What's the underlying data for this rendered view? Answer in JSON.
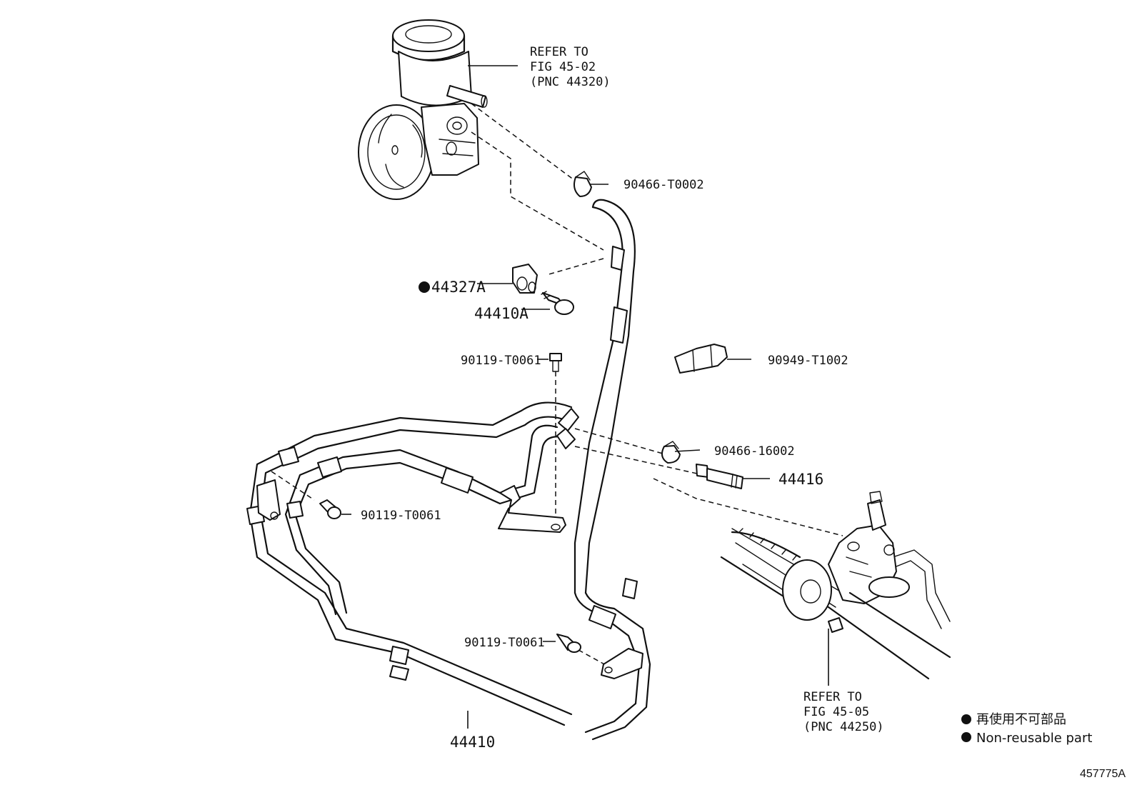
{
  "refs": {
    "pump": {
      "line1": "REFER TO",
      "line2": "FIG 45-02",
      "line3": "(PNC 44320)"
    },
    "gear": {
      "line1": "REFER TO",
      "line2": "FIG 45-05",
      "line3": "(PNC 44250)"
    }
  },
  "parts": {
    "p90466_t0002": "90466-T0002",
    "p44327a": "44327A",
    "p44410a": "44410A",
    "p90119_t0061_top": "90119-T0061",
    "p90949_t1002": "90949-T1002",
    "p90466_16002": "90466-16002",
    "p44416": "44416",
    "p90119_t0061_mid": "90119-T0061",
    "p90119_t0061_low": "90119-T0061",
    "p44410": "44410"
  },
  "legend": {
    "jp": "再使用不可部品",
    "en": "Non-reusable part"
  },
  "figure_id": "457775A"
}
